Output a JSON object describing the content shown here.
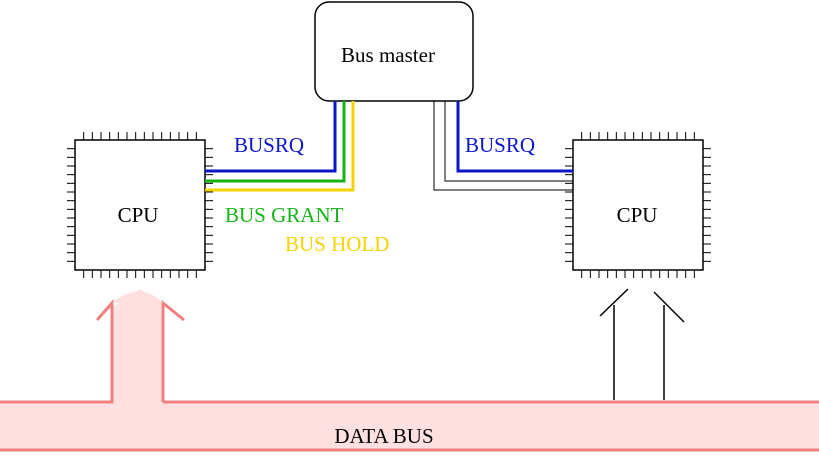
{
  "labels": {
    "bus_master": "Bus master",
    "cpu_left": "CPU",
    "cpu_right": "CPU",
    "busrq_left": "BUSRQ",
    "busrq_right": "BUSRQ",
    "bus_grant": "BUS GRANT",
    "bus_hold": "BUS HOLD",
    "data_bus": "DATA BUS"
  },
  "colors": {
    "busrq": "#0a14c8",
    "bus_grant": "#14b414",
    "bus_hold": "#f5d200",
    "data_bus_stroke": "#f08080",
    "data_bus_fill": "#ffe0e0",
    "inactive_line": "#000000"
  }
}
